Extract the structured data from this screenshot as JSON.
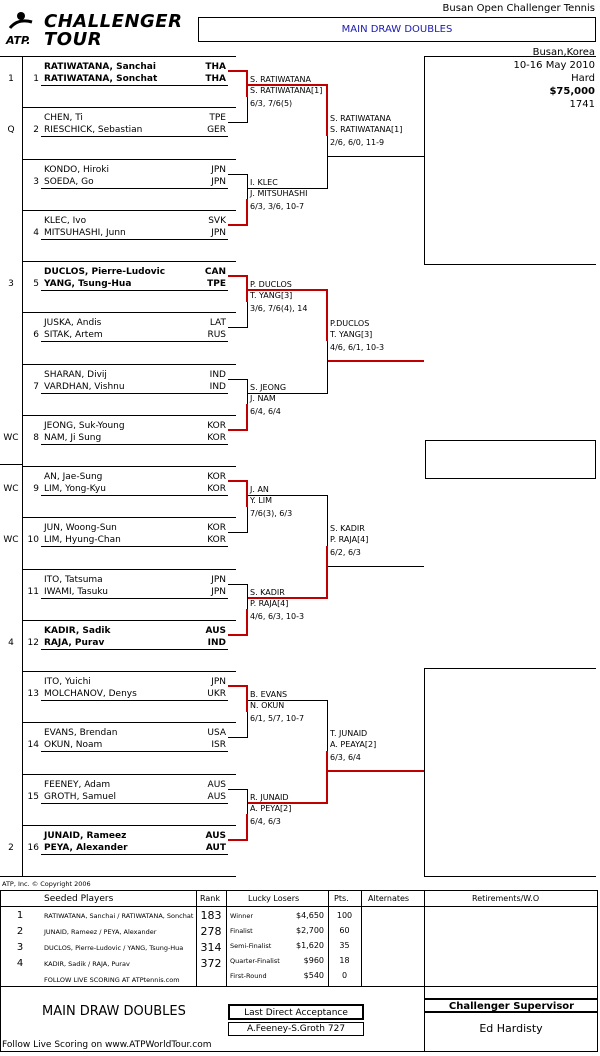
{
  "header": {
    "logo_atp": "ATP.",
    "logo_line1": "CHALLENGER",
    "logo_line2": "TOUR",
    "title": "MAIN DRAW DOUBLES",
    "tournament": "Busan Open Challenger Tennis",
    "location": "Busan,Korea",
    "dates": "10-16 May 2010",
    "surface": "Hard",
    "prize": "$75,000",
    "code": "1741"
  },
  "first_round": [
    {
      "num": "1",
      "seed": "1",
      "p1": "RATIWATANA, Sanchai",
      "c1": "THA",
      "p2": "RATIWATANA, Sonchat",
      "c2": "THA",
      "bold": true
    },
    {
      "num": "2",
      "seed": "Q",
      "p1": "CHEN, Ti",
      "c1": "TPE",
      "p2": "RIESCHICK, Sebastian",
      "c2": "GER",
      "bold": false
    },
    {
      "num": "3",
      "seed": "",
      "p1": "KONDO, Hiroki",
      "c1": "JPN",
      "p2": "SOEDA, Go",
      "c2": "JPN",
      "bold": false
    },
    {
      "num": "4",
      "seed": "",
      "p1": "KLEC, Ivo",
      "c1": "SVK",
      "p2": "MITSUHASHI, Junn",
      "c2": "JPN",
      "bold": false
    },
    {
      "num": "5",
      "seed": "3",
      "p1": "DUCLOS, Pierre-Ludovic",
      "c1": "CAN",
      "p2": "YANG, Tsung-Hua",
      "c2": "TPE",
      "bold": true
    },
    {
      "num": "6",
      "seed": "",
      "p1": "JUSKA, Andis",
      "c1": "LAT",
      "p2": "SITAK, Artem",
      "c2": "RUS",
      "bold": false
    },
    {
      "num": "7",
      "seed": "",
      "p1": "SHARAN, Divij",
      "c1": "IND",
      "p2": "VARDHAN, Vishnu",
      "c2": "IND",
      "bold": false
    },
    {
      "num": "8",
      "seed": "WC",
      "p1": "JEONG, Suk-Young",
      "c1": "KOR",
      "p2": "NAM, Ji Sung",
      "c2": "KOR",
      "bold": false
    },
    {
      "num": "9",
      "seed": "WC",
      "p1": "AN, Jae-Sung",
      "c1": "KOR",
      "p2": "LIM, Yong-Kyu",
      "c2": "KOR",
      "bold": false
    },
    {
      "num": "10",
      "seed": "WC",
      "p1": "JUN, Woong-Sun",
      "c1": "KOR",
      "p2": "LIM, Hyung-Chan",
      "c2": "KOR",
      "bold": false
    },
    {
      "num": "11",
      "seed": "",
      "p1": "ITO, Tatsuma",
      "c1": "JPN",
      "p2": "IWAMI, Tasuku",
      "c2": "JPN",
      "bold": false
    },
    {
      "num": "12",
      "seed": "4",
      "p1": "KADIR, Sadik",
      "c1": "AUS",
      "p2": "RAJA, Purav",
      "c2": "IND",
      "bold": true
    },
    {
      "num": "13",
      "seed": "",
      "p1": "ITO, Yuichi",
      "c1": "JPN",
      "p2": "MOLCHANOV, Denys",
      "c2": "UKR",
      "bold": false
    },
    {
      "num": "14",
      "seed": "",
      "p1": "EVANS, Brendan",
      "c1": "USA",
      "p2": "OKUN, Noam",
      "c2": "ISR",
      "bold": false
    },
    {
      "num": "15",
      "seed": "",
      "p1": "FEENEY, Adam",
      "c1": "AUS",
      "p2": "GROTH, Samuel",
      "c2": "AUS",
      "bold": false
    },
    {
      "num": "16",
      "seed": "2",
      "p1": "JUNAID, Rameez",
      "c1": "AUS",
      "p2": "PEYA, Alexander",
      "c2": "AUT",
      "bold": true
    }
  ],
  "second_round": [
    {
      "w1": "S. RATIWATANA",
      "w2": "S. RATIWATANA[1]",
      "score": "6/3, 7/6(5)"
    },
    {
      "w1": "I. KLEC",
      "w2": "J. MITSUHASHI",
      "score": "6/3, 3/6, 10-7"
    },
    {
      "w1": "P. DUCLOS",
      "w2": "T. YANG[3]",
      "score": "3/6, 7/6(4), 14"
    },
    {
      "w1": "S. JEONG",
      "w2": "J. NAM",
      "score": "6/4, 6/4"
    },
    {
      "w1": "J. AN",
      "w2": "Y. LIM",
      "score": "7/6(3), 6/3"
    },
    {
      "w1": "S. KADIR",
      "w2": "P. RAJA[4]",
      "score": "4/6, 6/3, 10-3"
    },
    {
      "w1": "B. EVANS",
      "w2": "N. OKUN",
      "score": "6/1, 5/7, 10-7"
    },
    {
      "w1": "R. JUNAID",
      "w2": "A. PEYA[2]",
      "score": "6/4, 6/3"
    }
  ],
  "quarter_finals": [
    {
      "w1": "S. RATIWATANA",
      "w2": "S. RATIWATANA[1]",
      "score": "2/6, 6/0, 11-9"
    },
    {
      "w1": "P.DUCLOS",
      "w2": "T. YANG[3]",
      "score": "4/6, 6/1, 10-3"
    },
    {
      "w1": "S. KADIR",
      "w2": "P. RAJA[4]",
      "score": "6/2, 6/3"
    },
    {
      "w1": "T. JUNAID",
      "w2": "A. PEAYA[2]",
      "score": "6/3, 6/4"
    }
  ],
  "copyright": "ATP, Inc. © Copyright 2006",
  "footer": {
    "seeded_header": "Seeded Players",
    "rank_header": "Rank",
    "lucky_header": "Lucky Losers",
    "pts_header": "Pts.",
    "alternates_header": "Alternates",
    "retirements_header": "Retirements/W.O",
    "seeds": [
      {
        "n": "1",
        "name": "RATIWATANA, Sanchai / RATIWATANA, Sonchat",
        "rank": "183"
      },
      {
        "n": "2",
        "name": "JUNAID, Rameez / PEYA, Alexander",
        "rank": "278"
      },
      {
        "n": "3",
        "name": "DUCLOS, Pierre-Ludovic / YANG, Tsung-Hua",
        "rank": "314"
      },
      {
        "n": "4",
        "name": "KADIR, Sadik / RAJA, Purav",
        "rank": "372"
      }
    ],
    "prizes": [
      {
        "round": "Winner",
        "money": "$4,650",
        "pts": "100"
      },
      {
        "round": "Finalist",
        "money": "$2,700",
        "pts": "60"
      },
      {
        "round": "Semi-Finalist",
        "money": "$1,620",
        "pts": "35"
      },
      {
        "round": "Quarter-Finalist",
        "money": "$960",
        "pts": "18"
      },
      {
        "round": "First-Round",
        "money": "$540",
        "pts": "0"
      }
    ],
    "live_scoring_small": "FOLLOW LIVE SCORING AT ATPtennis.com",
    "draw_label": "MAIN DRAW DOUBLES",
    "last_direct_header": "Last Direct Acceptance",
    "last_direct_value": "A.Feeney-S.Groth 727",
    "supervisor_header": "Challenger Supervisor",
    "supervisor_name": "Ed Hardisty",
    "live_scoring": "Follow Live Scoring on www.ATPWorldTour.com"
  }
}
